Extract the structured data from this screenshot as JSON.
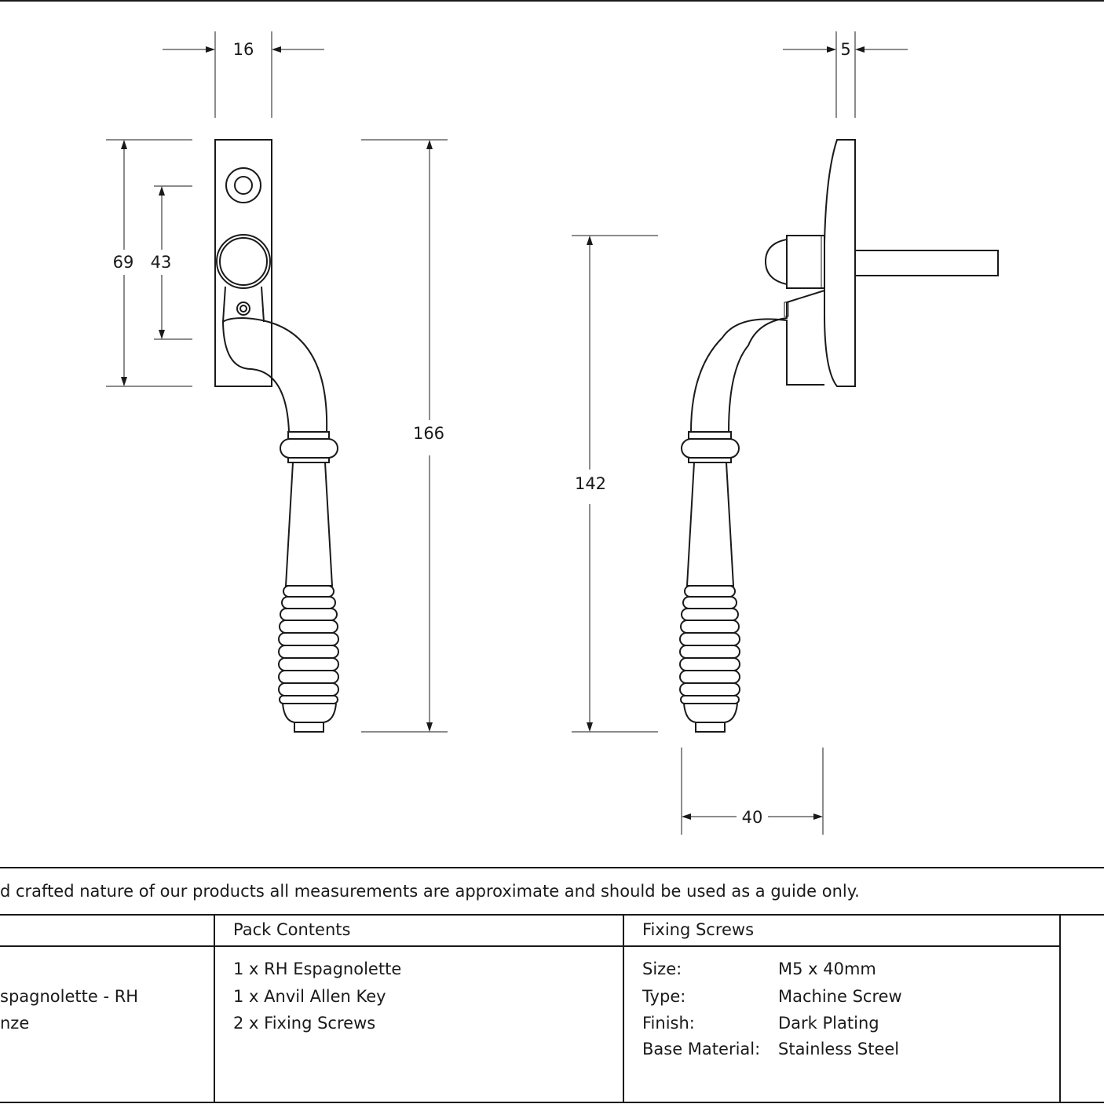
{
  "dimensions": {
    "front_width": "16",
    "depth": "5",
    "backplate_height": "69",
    "fixing_centres": "43",
    "overall_height": "166",
    "side_height": "142",
    "projection": "40"
  },
  "disclaimer": "d crafted nature of our products all measurements are approximate and should be used as a guide only.",
  "table": {
    "product_rows": [
      "spagnolette - RH",
      "nze"
    ],
    "pack_contents": {
      "heading": "Pack Contents",
      "items": [
        "1 x RH Espagnolette",
        "1 x Anvil Allen Key",
        "2 x Fixing Screws"
      ]
    },
    "fixing_screws": {
      "heading": "Fixing Screws",
      "rows": [
        {
          "label": "Size:",
          "value": "M5 x 40mm"
        },
        {
          "label": "Type:",
          "value": "Machine Screw"
        },
        {
          "label": "Finish:",
          "value": "Dark Plating"
        },
        {
          "label": "Base Material:",
          "value": "Stainless Steel"
        }
      ]
    }
  },
  "colors": {
    "line": "#1a1a1a",
    "background": "#ffffff"
  }
}
